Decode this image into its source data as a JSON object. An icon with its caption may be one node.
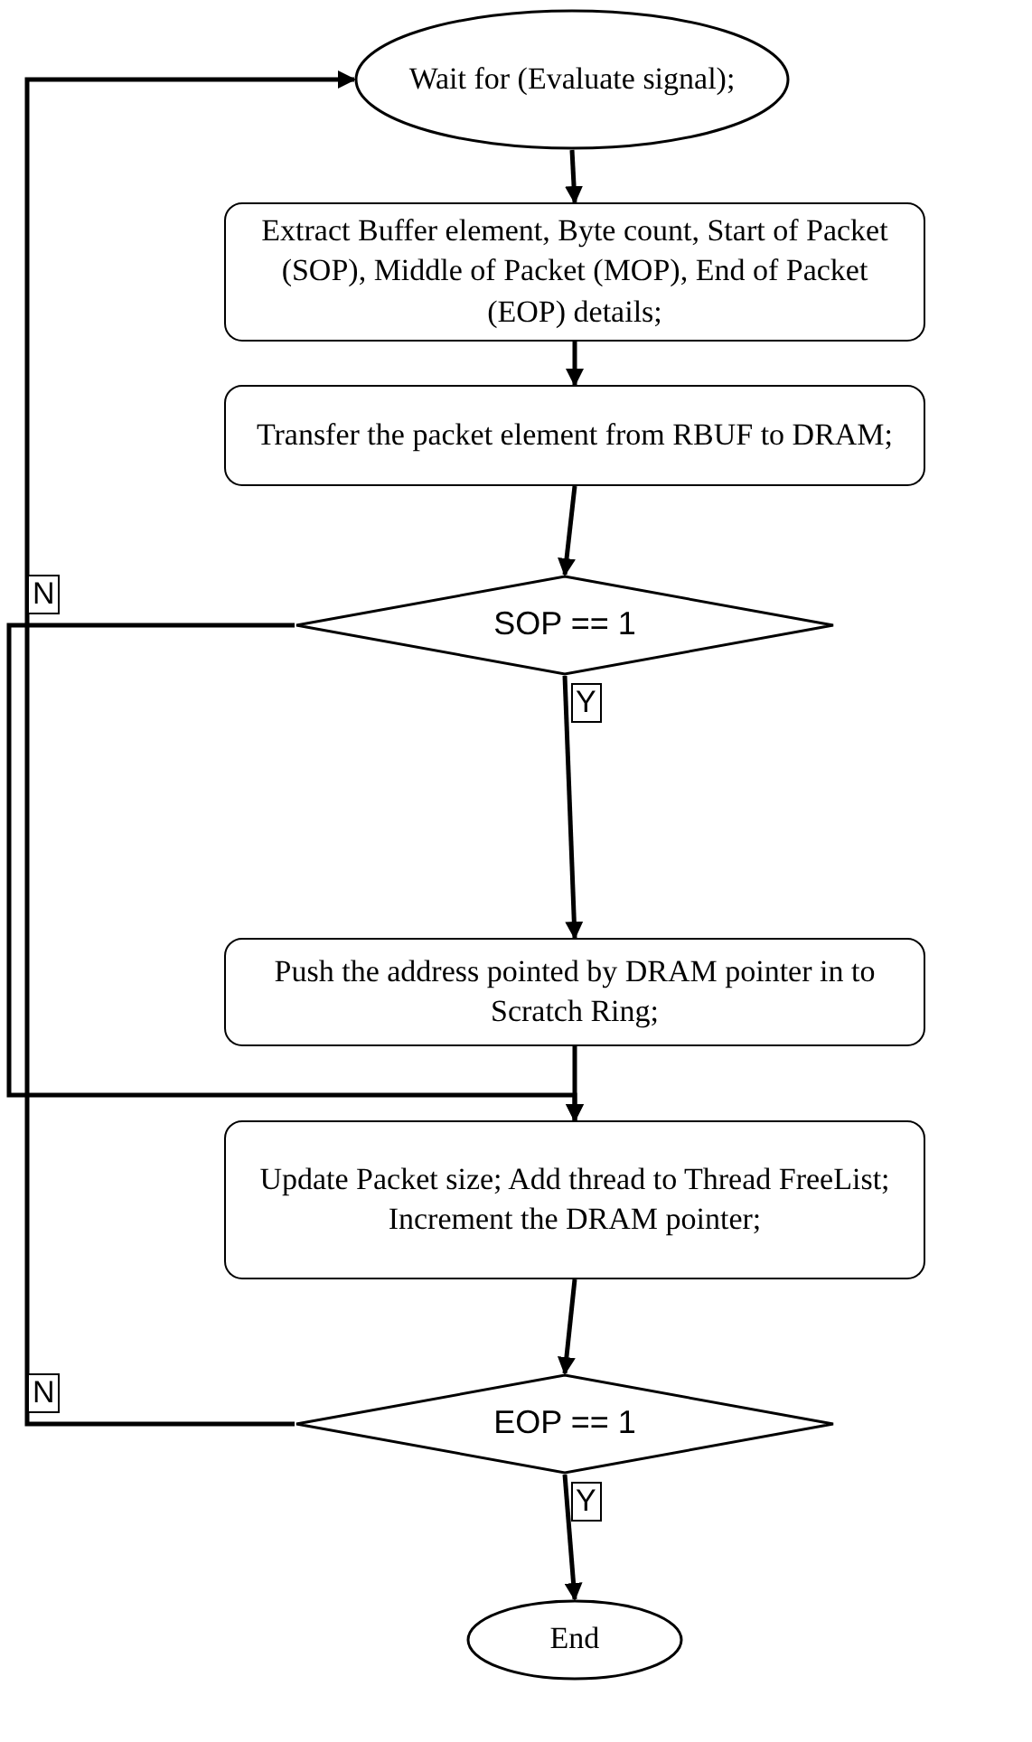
{
  "diagram": {
    "nodes": [
      {
        "text": [
          "Wait for (Evaluate signal);"
        ]
      },
      {
        "text": [
          "Extract Buffer element, Byte count, Start of Packet (SOP), Middle of Packet (MOP), End of Packet (EOP) details;"
        ]
      },
      {
        "text": [
          "Transfer the packet element from RBUF to DRAM;"
        ]
      },
      {
        "text": [
          "SOP == 1"
        ]
      },
      {
        "text": [
          "Push the address pointed by DRAM pointer in to Scratch Ring;"
        ]
      },
      {
        "text": [
          "Update Packet size; Add thread to Thread FreeList; Increment the DRAM pointer;"
        ]
      },
      {
        "text": [
          "EOP == 1"
        ]
      },
      {
        "text": [
          "End"
        ]
      }
    ],
    "edges": [
      {
        "from": 0,
        "to": 1,
        "arrow": "to"
      },
      {
        "from": 1,
        "to": 2,
        "arrow": "to"
      },
      {
        "from": 2,
        "to": 3,
        "arrow": "to"
      },
      {
        "from": 3,
        "to": 4,
        "arrow": "to",
        "label": "Y"
      },
      {
        "from": 3,
        "to": 5,
        "arrow": "to",
        "label": "N"
      },
      {
        "from": 4,
        "to": 5,
        "arrow": "to"
      },
      {
        "from": 5,
        "to": 6,
        "arrow": "to"
      },
      {
        "from": 6,
        "to": 7,
        "arrow": "to",
        "label": "Y"
      },
      {
        "from": 6,
        "to": 0,
        "arrow": "to",
        "label": "N"
      }
    ]
  }
}
